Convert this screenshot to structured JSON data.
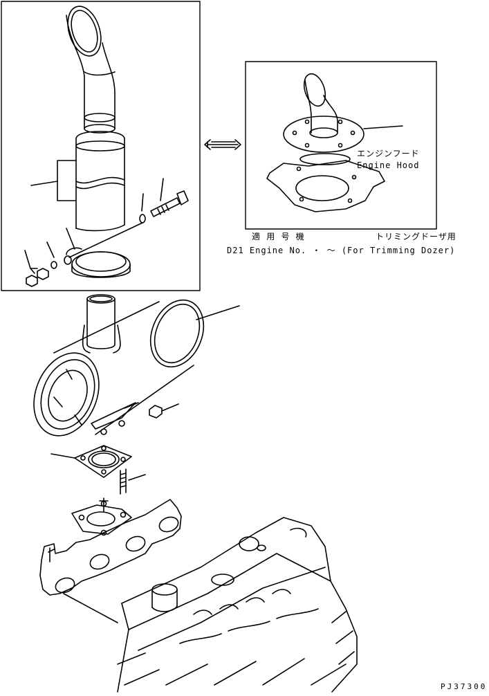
{
  "detail_view": {
    "hood_label_ja": "エンジンフード",
    "hood_label_en": "Engine Hood"
  },
  "applicability": {
    "heading_ja": "適 用 号 機",
    "suffix_ja": "トリミングドーザ用",
    "line": "D21 Engine No.  ・  ～ (For Trimming Dozer)"
  },
  "drawing_code": "PJ37300"
}
